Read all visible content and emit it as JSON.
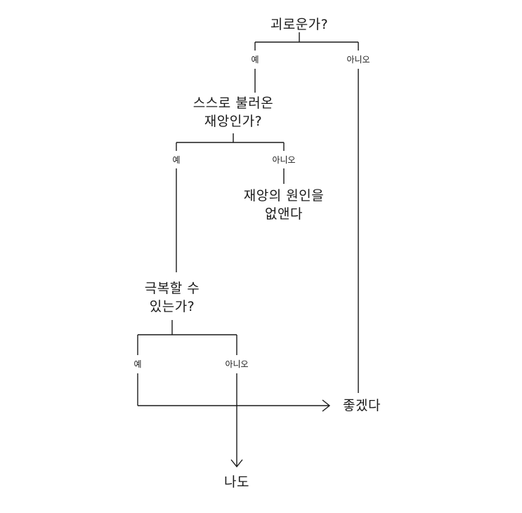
{
  "nodes": {
    "q1": {
      "lines": [
        "괴로운가?"
      ]
    },
    "q2": {
      "lines": [
        "스스로 불러온",
        "재앙인가?"
      ]
    },
    "a_remove": {
      "lines": [
        "재앙의 원인을",
        "없앤다"
      ]
    },
    "q3": {
      "lines": [
        "극복할 수",
        "있는가?"
      ]
    },
    "good": {
      "lines": [
        "좋겠다"
      ]
    },
    "me_too": {
      "lines": [
        "나도"
      ]
    }
  },
  "labels": {
    "yes": "예",
    "no": "아니오"
  },
  "colors": {
    "ink": "#1a1a1a",
    "background": "#ffffff"
  }
}
